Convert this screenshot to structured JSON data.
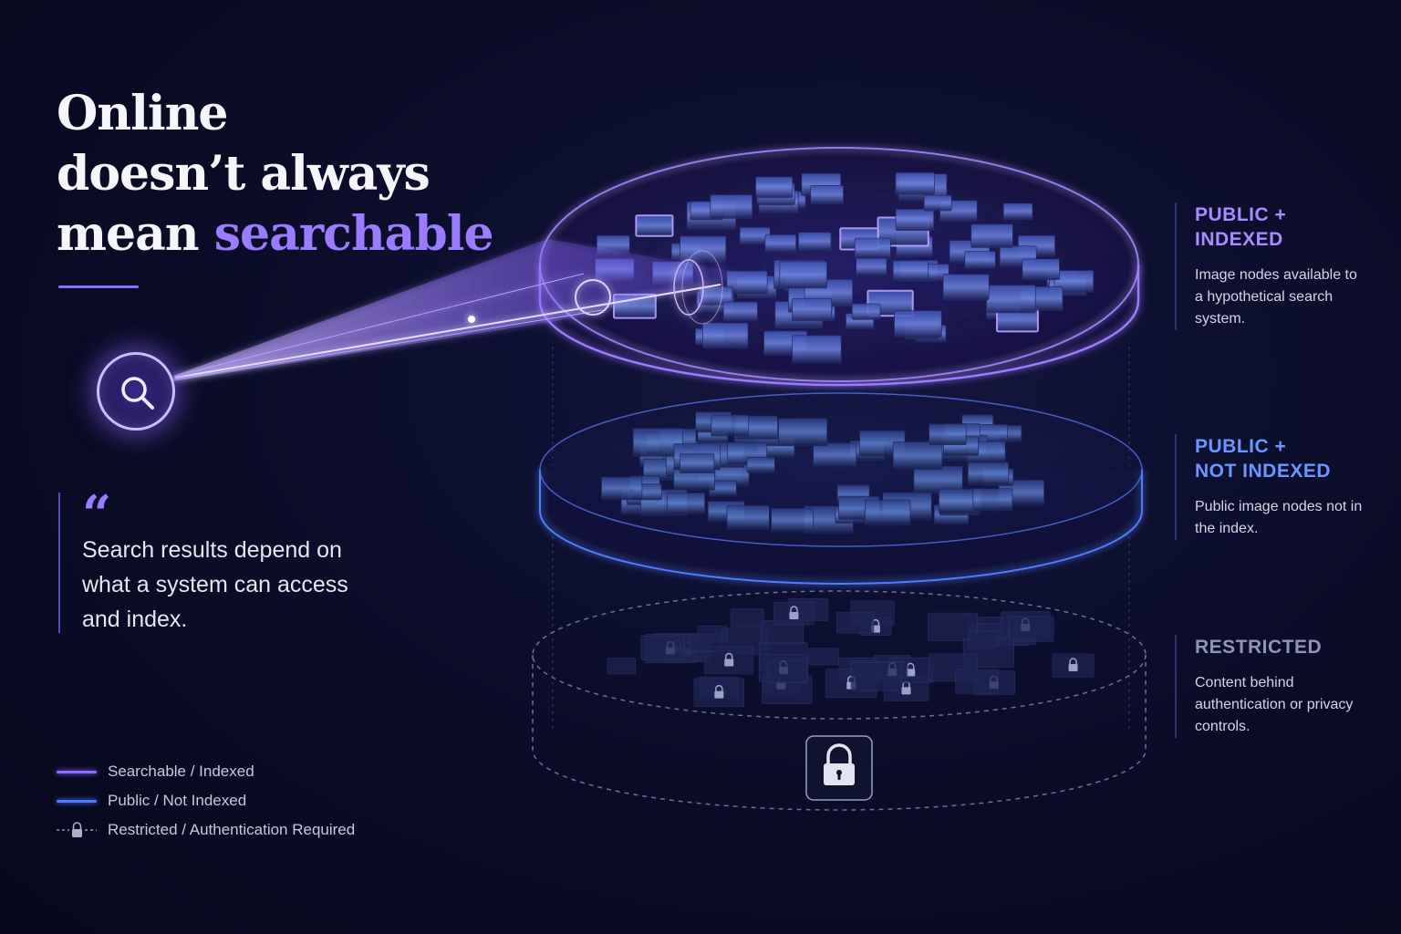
{
  "headline": {
    "line1": "Online",
    "line2": "doesn’t always",
    "line3_prefix": "mean ",
    "line3_accent": "searchable"
  },
  "quote": {
    "mark": "“",
    "text": "Search results depend on what a system can access and index."
  },
  "layers": [
    {
      "title_line1": "PUBLIC +",
      "title_line2": "INDEXED",
      "description": "Image nodes available to a hypothetical search system."
    },
    {
      "title_line1": "PUBLIC +",
      "title_line2": "NOT INDEXED",
      "description": "Public image nodes not in the index."
    },
    {
      "title_line1": "RESTRICTED",
      "title_line2": "",
      "description": "Content behind authentication or privacy controls."
    }
  ],
  "legend": [
    {
      "label": "Searchable / Indexed"
    },
    {
      "label": "Public / Not Indexed"
    },
    {
      "label": "Restricted / Authentication Required"
    }
  ],
  "icons": {
    "search": "magnifier-icon",
    "lock": "padlock-icon"
  },
  "colors": {
    "indexed": "#8f6dff",
    "public": "#4f7dff",
    "restricted": "#6a6f9a",
    "background": "#0b0d2a"
  }
}
